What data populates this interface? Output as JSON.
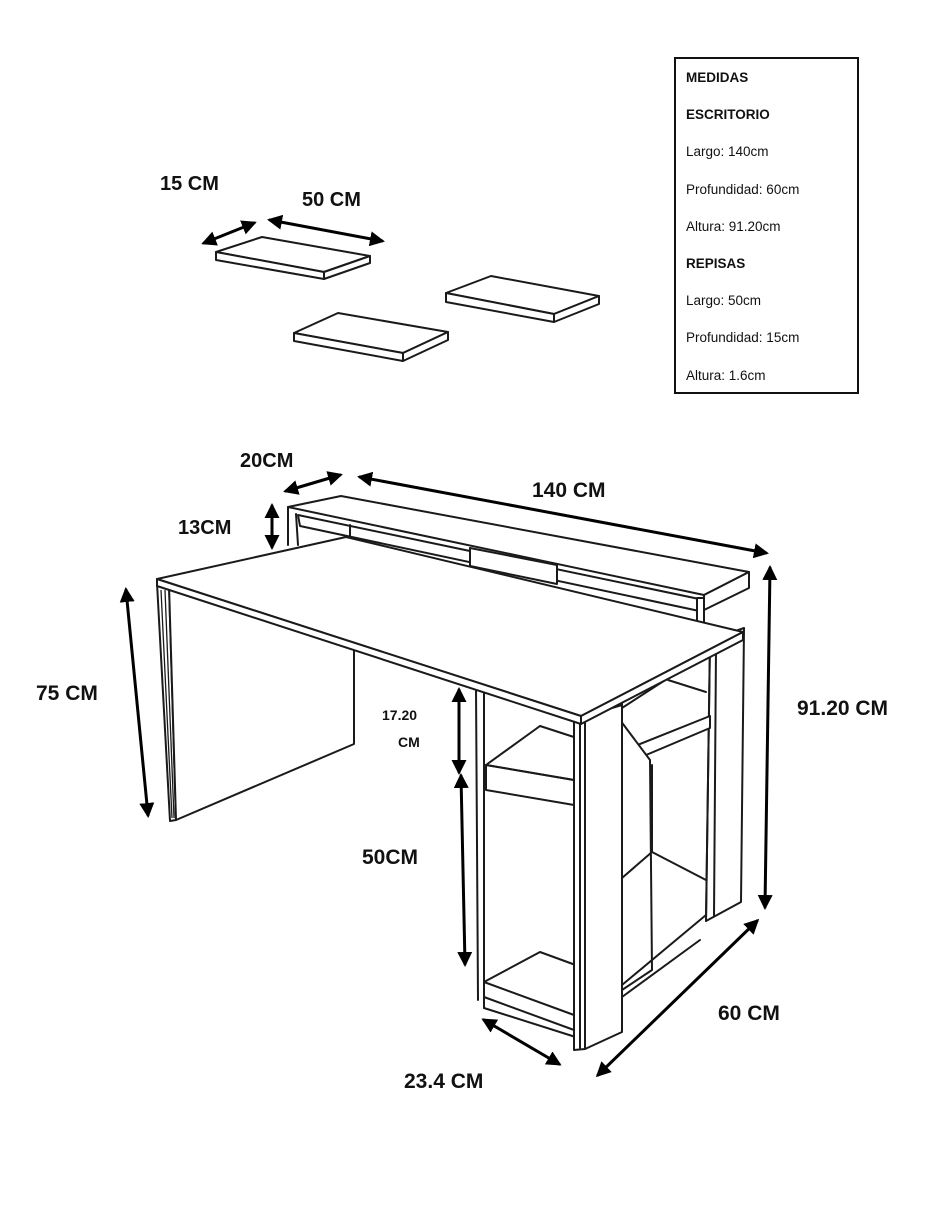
{
  "specs": {
    "rows": [
      {
        "text": "MEDIDAS",
        "head": true
      },
      {
        "text": "ESCRITORIO",
        "head": true
      },
      {
        "text": "Largo: 140cm",
        "head": false
      },
      {
        "text": "Profundidad: 60cm",
        "head": false
      },
      {
        "text": "Altura: 91.20cm",
        "head": false
      },
      {
        "text": "REPISAS",
        "head": true
      },
      {
        "text": "Largo: 50cm",
        "head": false
      },
      {
        "text": "Profundidad: 15cm",
        "head": false
      },
      {
        "text": "Altura: 1.6cm",
        "head": false
      }
    ]
  },
  "shelf_dims": {
    "depth": "15 CM",
    "length": "50 CM"
  },
  "desk_dims": {
    "hutch_depth": "20CM",
    "length": "140 CM",
    "hutch_height": "13CM",
    "desk_height": "75 CM",
    "total_height": "91.20 CM",
    "top_gap_line1": "17.20",
    "top_gap_line2": "CM",
    "cabinet_height": "50CM",
    "depth": "60 CM",
    "cabinet_width": "23.4 CM"
  },
  "colors": {
    "line": "#1a1a1a",
    "background": "#ffffff"
  }
}
